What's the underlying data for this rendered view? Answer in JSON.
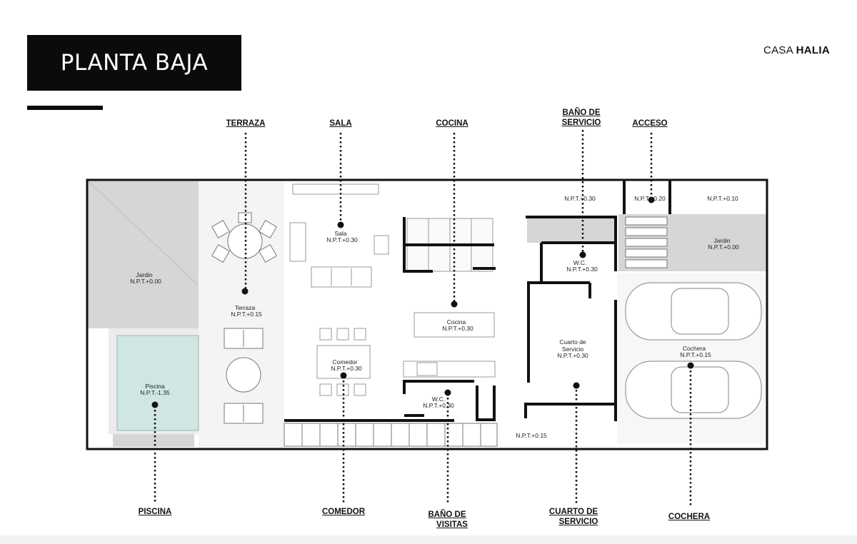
{
  "header": {
    "title": "PLANTA BAJA",
    "brand_prefix": "CASA",
    "brand_name": "HALIA"
  },
  "callouts_top": {
    "terraza": "TERRAZA",
    "sala": "SALA",
    "cocina": "COCINA",
    "bano_servicio_line1": "BAÑO DE",
    "bano_servicio_line2": "SERVICIO",
    "acceso": "ACCESO"
  },
  "callouts_bottom": {
    "piscina": "PISCINA",
    "comedor": "COMEDOR",
    "bano_visitas_line1": "BAÑO DE",
    "bano_visitas_line2": "VISITAS",
    "cuarto_servicio_line1": "CUARTO DE",
    "cuarto_servicio_line2": "SERVICIO",
    "cochera": "COCHERA"
  },
  "rooms": {
    "jardin_left": {
      "name": "Jardin",
      "level": "N.P.T.+0.00"
    },
    "terraza": {
      "name": "Terraza",
      "level": "N.P.T.+0.15"
    },
    "piscina": {
      "name": "Piscina",
      "level": "N.P.T.-1.35"
    },
    "sala": {
      "name": "Sala",
      "level": "N.P.T.+0.30"
    },
    "comedor": {
      "name": "Comedor",
      "level": "N.P.T.+0.30"
    },
    "cocina": {
      "name": "Cocina",
      "level": "N.P.T.+0.30"
    },
    "wc_visitas": {
      "name": "W.C.",
      "level": "N.P.T.+0.30"
    },
    "wc_servicio": {
      "name": "W.C.",
      "level": "N.P.T.+0.30"
    },
    "cuarto_servicio": {
      "name_line1": "Cuarto de",
      "name_line2": "Servicio",
      "level": "N.P.T.+0.30"
    },
    "cochera": {
      "name": "Cochera",
      "level": "N.P.T.+0.15"
    },
    "jardin_right": {
      "name": "Jardin",
      "level": "N.P.T.+0.00"
    },
    "level_top_a": "N.P.T.+0.30",
    "level_top_b": "N.P.T.+0.20",
    "level_top_c": "N.P.T.+0.10",
    "level_pasillo": "N.P.T.+0.15"
  },
  "colors": {
    "wall": "#111111",
    "garden": "#d6d6d6",
    "pool": "#cfe6e3",
    "leader": "#111111"
  }
}
